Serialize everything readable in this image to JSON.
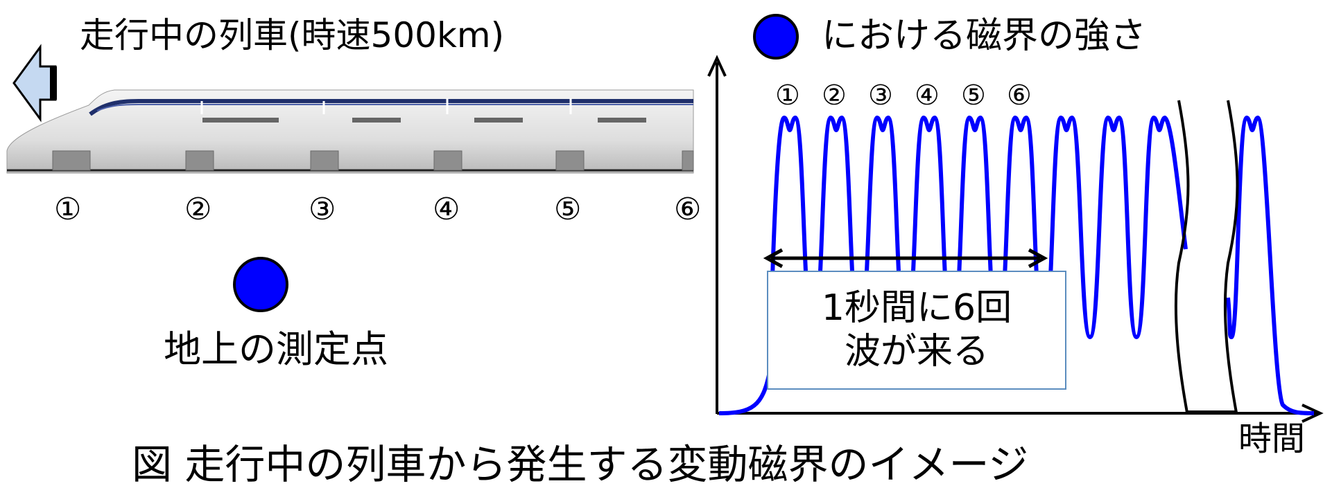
{
  "train": {
    "title": "走行中の列車(時速500km)",
    "position_markers": [
      "①",
      "②",
      "③",
      "④",
      "⑤",
      "⑥"
    ]
  },
  "measurement_point": {
    "label": "地上の測定点"
  },
  "graph": {
    "legend_text": "における磁界の強さ",
    "peak_markers": [
      "①",
      "②",
      "③",
      "④",
      "⑤",
      "⑥"
    ],
    "x_axis_label": "時間",
    "annotation": {
      "line1": "1秒間に6回",
      "line2": "波が来る"
    }
  },
  "caption": "図 走行中の列車から発生する変動磁界のイメージ",
  "colors": {
    "wave": "#0000ff",
    "point": "#0000ff",
    "box_border": "#5b8dbf",
    "arrow_fill": "#c5d9f1"
  }
}
